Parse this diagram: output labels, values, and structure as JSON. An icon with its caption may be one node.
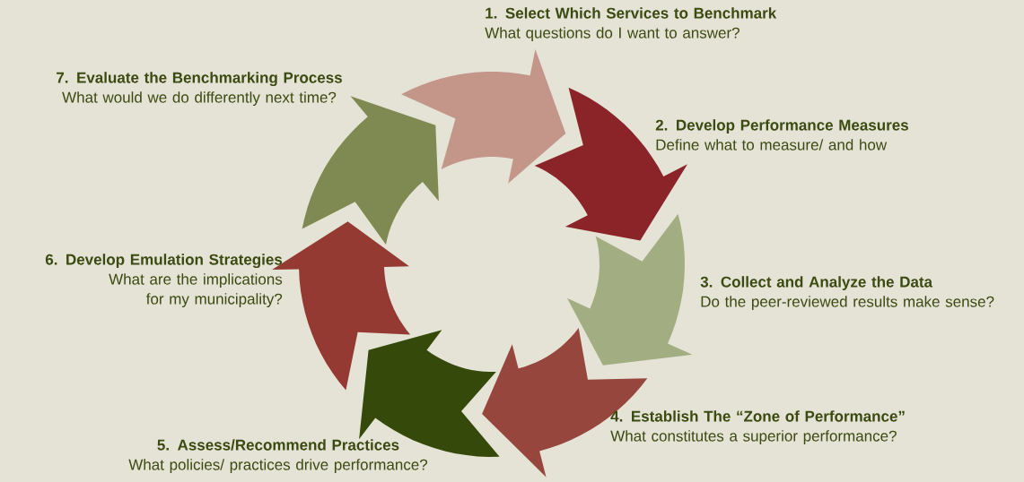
{
  "diagram": {
    "nodes": [
      {
        "text": [
          "1.   Select Which Services to Benchmark",
          "What questions do I want to answer?"
        ]
      },
      {
        "text": [
          "2.   Develop Performance Measures",
          "Define what to measure/ and how"
        ]
      },
      {
        "text": [
          "3.   Collect and Analyze the Data",
          "Do the peer-reviewed results make sense?"
        ]
      },
      {
        "text": [
          "4.   Establish The “Zone of Performance”",
          "What constitutes a superior performance?"
        ]
      },
      {
        "text": [
          "5. Assess/Recommend Practices",
          "What policies/ practices drive performance?"
        ]
      },
      {
        "text": [
          "6. Develop Emulation Strategies",
          "What are the implications for my municipality?"
        ]
      },
      {
        "text": [
          "7. Evaluate the Benchmarking Process",
          "What would we do differently next time?"
        ]
      }
    ]
  }
}
